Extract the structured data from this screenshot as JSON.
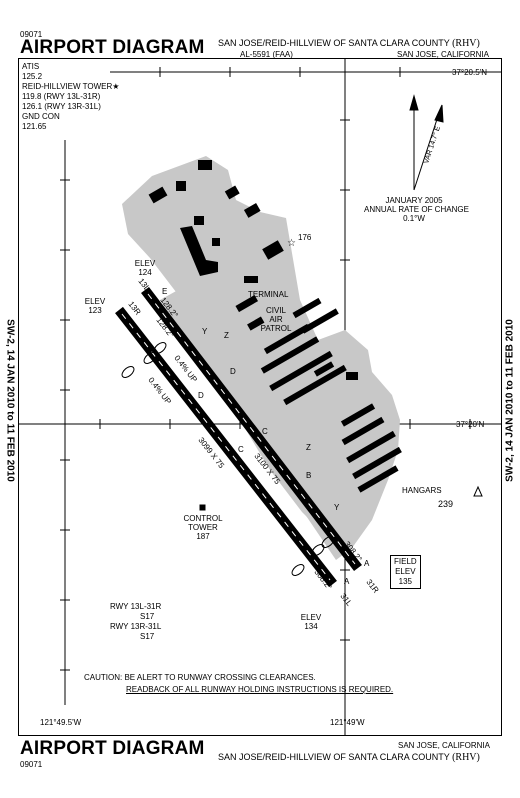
{
  "header": {
    "doc_number": "09071",
    "title": "AIRPORT DIAGRAM",
    "airport_name": "SAN JOSE/REID-HILLVIEW OF SANTA CLARA COUNTY",
    "airport_id": "(RHV)",
    "procedure": "AL-5591 (FAA)",
    "city": "SAN JOSE, CALIFORNIA"
  },
  "footer": {
    "doc_number": "09071",
    "title": "AIRPORT DIAGRAM",
    "city": "SAN JOSE, CALIFORNIA",
    "airport_name": "SAN JOSE/REID-HILLVIEW OF SANTA CLARA COUNTY",
    "airport_id": "(RHV)"
  },
  "effective_dates": "SW-2, 14 JAN 2010 to 11 FEB 2010",
  "frequencies": {
    "atis_label": "ATIS",
    "atis_freq": "125.2",
    "tower_label": "REID-HILLVIEW TOWER",
    "tower_freq_1": "119.8 (RWY 13L-31R)",
    "tower_freq_2": "126.1 (RWY 13R-31L)",
    "gnd_label": "GND CON",
    "gnd_freq": "121.65"
  },
  "coordinates": {
    "lat_top": "37°20.5'N",
    "lat_mid": "37°20'N",
    "lon_left": "121°49.5'W",
    "lon_right": "121°49'W"
  },
  "magnetic": {
    "var_label": "VAR 14.7° E",
    "change_title": "JANUARY 2005",
    "change_subtitle": "ANNUAL RATE OF CHANGE",
    "change_value": "0.1°W"
  },
  "labels": {
    "elev_label": "ELEV",
    "elev_124": "124",
    "elev_123": "123",
    "elev_134": "134",
    "field_elev_1": "FIELD",
    "field_elev_2": "ELEV",
    "field_elev_value": "135",
    "terminal": "TERMINAL",
    "civil_1": "CIVIL",
    "civil_2": "AIR",
    "civil_3": "PATROL",
    "hangars": "HANGARS",
    "control_1": "CONTROL",
    "control_2": "TOWER",
    "control_elev": "187",
    "obstacle_176": "176",
    "obstacle_239": "239"
  },
  "runways": {
    "rwy_13l": "13L",
    "rwy_13r": "13R",
    "rwy_31r": "31R",
    "rwy_31l": "31L",
    "dim_13l": "3100 X 75",
    "dim_13r": "3099 X 75",
    "hdg_128": "128.2°",
    "hdg_308": "308.2°",
    "slope_1": "0.4% UP",
    "slope_2": "0.4% UP",
    "strength_1": "RWY 13L-31R",
    "strength_1_val": "S17",
    "strength_2": "RWY 13R-31L",
    "strength_2_val": "S17"
  },
  "taxiways": {
    "y": "Y",
    "z": "Z",
    "d": "D",
    "c": "C",
    "b": "B",
    "a": "A",
    "e": "E"
  },
  "cautions": {
    "line1": "CAUTION: BE ALERT TO RUNWAY CROSSING CLEARANCES.",
    "line2": "READBACK OF ALL RUNWAY HOLDING INSTRUCTIONS IS REQUIRED."
  }
}
